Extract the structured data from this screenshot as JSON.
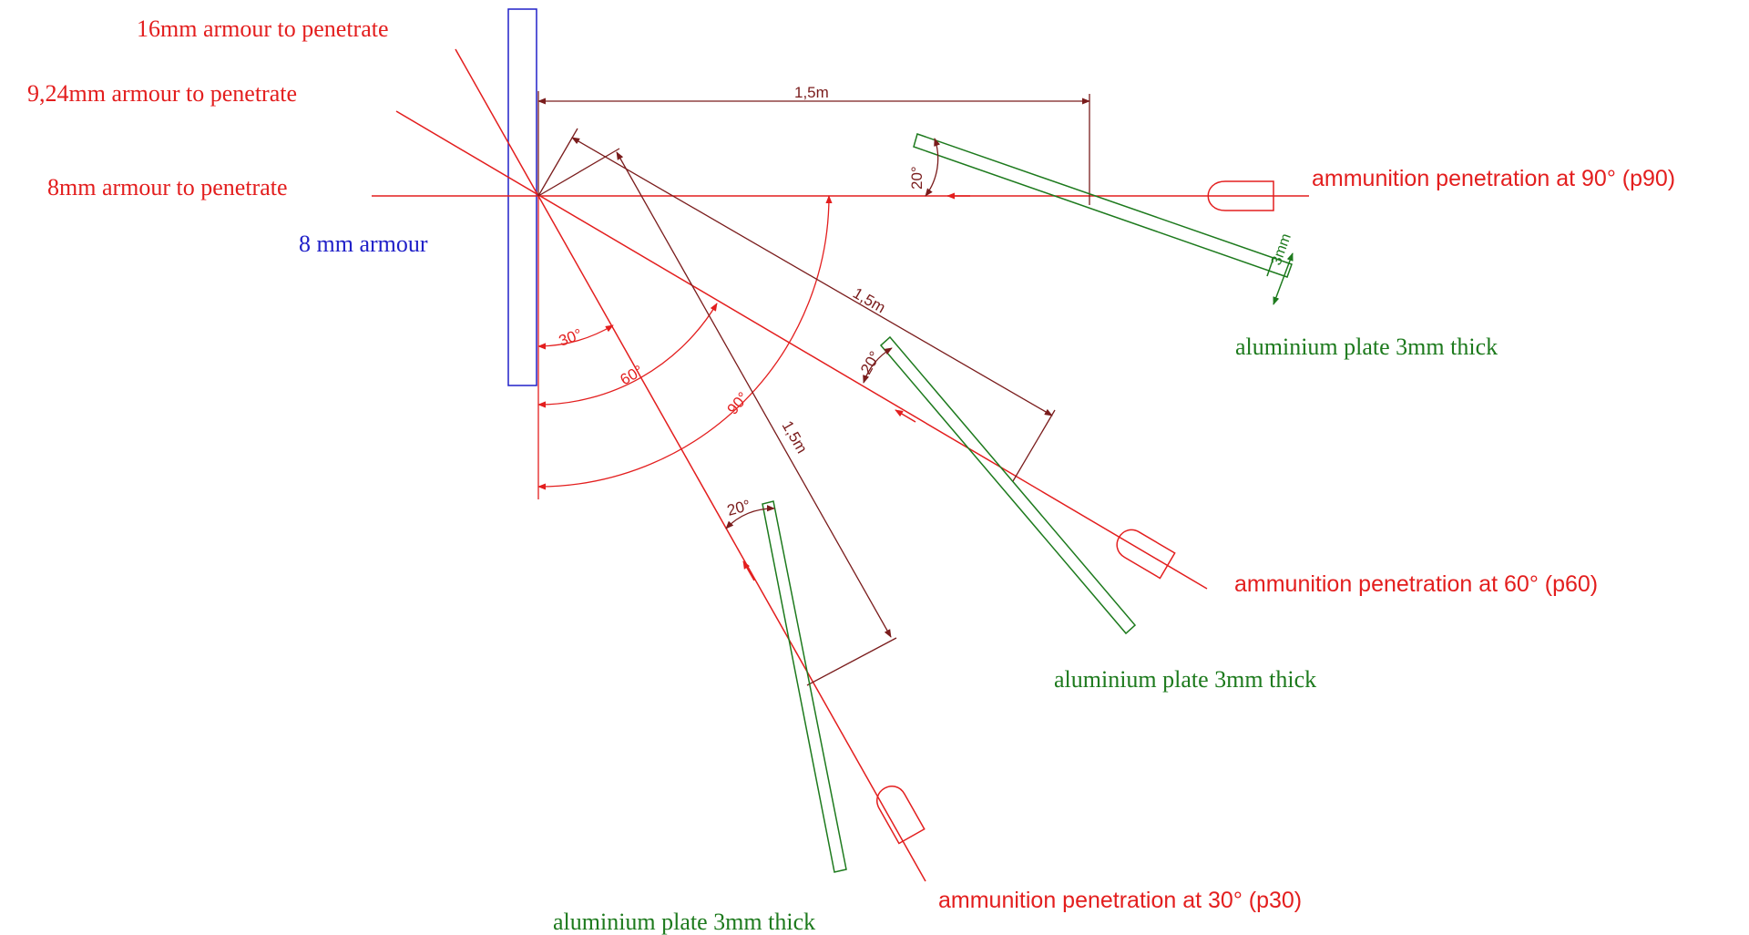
{
  "colors": {
    "red": "#e31e1e",
    "dark": "#7a1c1c",
    "blue": "#2020c8",
    "green": "#1d7a1d"
  },
  "labels": {
    "label_16mm": "16mm armour to penetrate",
    "label_924mm": "9,24mm armour to penetrate",
    "label_8mm_pen": "8mm armour to penetrate",
    "label_armour": "8 mm armour",
    "label_p90": "ammunition penetration at 90° (p90)",
    "label_p60": "ammunition penetration at 60° (p60)",
    "label_p30": "ammunition penetration at 30° (p30)",
    "label_plate_90": "aluminium plate 3mm thick",
    "label_plate_60": "aluminium plate 3mm thick",
    "label_plate_30": "aluminium plate 3mm thick"
  },
  "dimensions": {
    "dist_top": "1,5m",
    "dist_mid": "1,5m",
    "dist_low": "1,5m",
    "thickness": "3mm"
  },
  "angles": {
    "angle_30": "30°",
    "angle_60": "60°",
    "angle_90": "90°",
    "plate_angle_90": "20°",
    "plate_angle_60": "20°",
    "plate_angle_30": "20°"
  }
}
